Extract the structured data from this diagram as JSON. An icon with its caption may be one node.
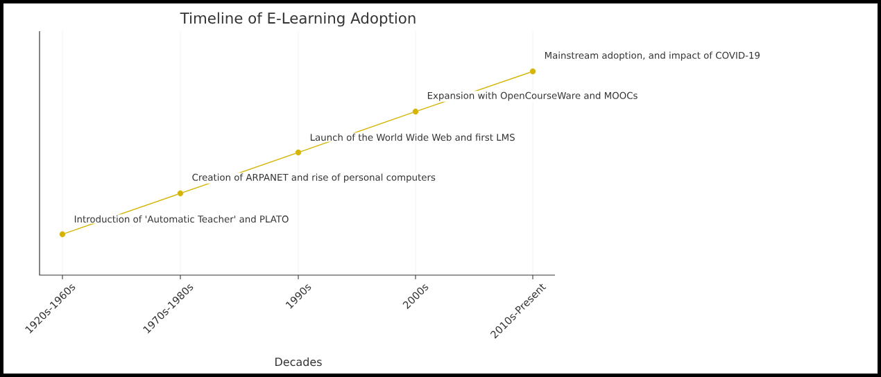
{
  "diagram": {
    "title": "Timeline of E-Learning Adoption",
    "nodes": [
      {
        "text": [],
        "shape": "circle",
        "beside": [
          "Introduction of 'Automatic Teacher' and PLATO"
        ]
      },
      {
        "text": [],
        "shape": "circle",
        "beside": [
          "Creation of ARPANET and rise of personal computers"
        ]
      },
      {
        "text": [],
        "shape": "circle",
        "beside": [
          "Launch of the World Wide Web and first LMS"
        ]
      },
      {
        "text": [],
        "shape": "circle",
        "beside": [
          "Expansion with OpenCourseWare and MOOCs"
        ]
      },
      {
        "text": [],
        "shape": "circle",
        "beside": [
          "Mainstream adoption, and impact of COVID-19"
        ]
      }
    ],
    "edges": [
      {
        "from": 0,
        "to": 1,
        "arrow": "none"
      },
      {
        "from": 1,
        "to": 2,
        "arrow": "none"
      },
      {
        "from": 2,
        "to": 3,
        "arrow": "none"
      },
      {
        "from": 3,
        "to": 4,
        "arrow": "none"
      }
    ],
    "labels": [
      "1920s-1960s",
      "1970s-1980s",
      "1990s",
      "2000s",
      "2010s-Present",
      "Decades"
    ]
  }
}
